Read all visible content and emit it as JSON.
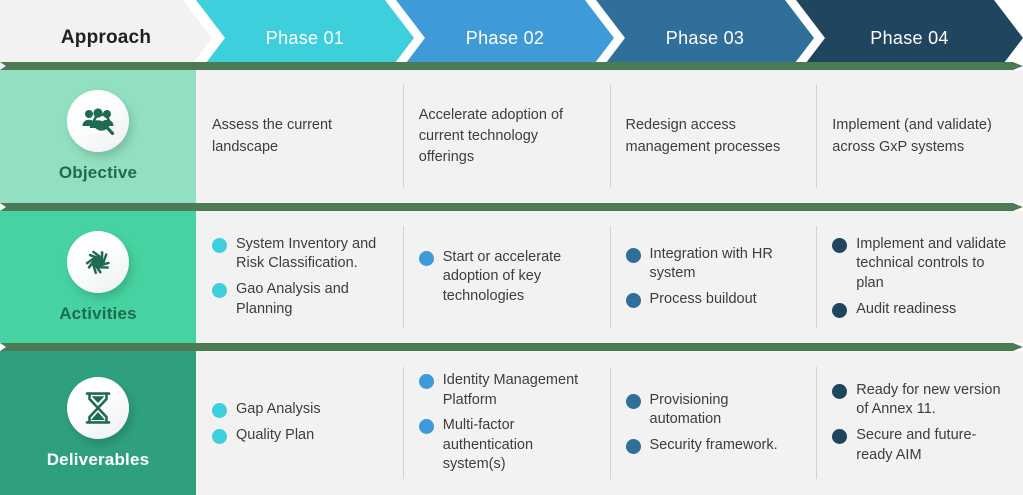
{
  "header": {
    "approach_label": "Approach",
    "phases": [
      {
        "label": "Phase 01",
        "color": "#3ecfdd"
      },
      {
        "label": "Phase 02",
        "color": "#3f9ad8"
      },
      {
        "label": "Phase 03",
        "color": "#2f6f99"
      },
      {
        "label": "Phase 04",
        "color": "#20455f"
      }
    ]
  },
  "separator_color": "#4b7a55",
  "rows": [
    {
      "title": "Objective",
      "icon": "people-search-icon",
      "bg": "#92e0c1",
      "title_color": "#1f6b4f",
      "icon_color": "#1f6b4f",
      "type": "text",
      "cells": [
        {
          "text": "Assess the current landscape"
        },
        {
          "text": "Accelerate adoption of current technology offerings"
        },
        {
          "text": "Redesign access management processes"
        },
        {
          "text": "Implement (and validate) across GxP systems"
        }
      ]
    },
    {
      "title": "Activities",
      "icon": "teamwork-hands-star-icon",
      "bg": "#47d3a1",
      "title_color": "#1f6b4f",
      "icon_color": "#1f6b4f",
      "type": "bullets",
      "cells": [
        {
          "dot": "#3ecfdd",
          "items": [
            "System Inventory and Risk Classification.",
            "Gao Analysis and Planning"
          ]
        },
        {
          "dot": "#3f9ad8",
          "items": [
            "Start or accelerate adoption of key technologies"
          ]
        },
        {
          "dot": "#2f6f99",
          "items": [
            "Integration with HR system",
            "Process buildout"
          ]
        },
        {
          "dot": "#20455f",
          "items": [
            "Implement and validate technical controls to plan",
            "Audit readiness"
          ]
        }
      ]
    },
    {
      "title": "Deliverables",
      "icon": "hourglass-icon",
      "bg": "#2fa07f",
      "title_color": "#ffffff",
      "icon_color": "#1f6b4f",
      "type": "bullets",
      "cells": [
        {
          "dot": "#3ecfdd",
          "items": [
            "Gap Analysis",
            "Quality Plan"
          ]
        },
        {
          "dot": "#3f9ad8",
          "items": [
            "Identity Management Platform",
            "Multi-factor authentication system(s)"
          ]
        },
        {
          "dot": "#2f6f99",
          "items": [
            "Provisioning automation",
            "Security framework."
          ]
        },
        {
          "dot": "#20455f",
          "items": [
            "Ready for new version of Annex 11.",
            "Secure and future-ready AIM"
          ]
        }
      ]
    }
  ]
}
